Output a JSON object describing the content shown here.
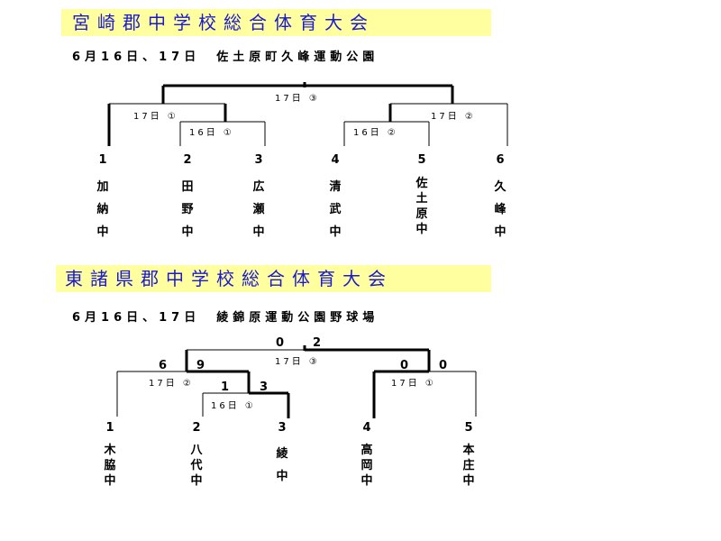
{
  "t1": {
    "title": "宮崎郡中学校総合体育大会",
    "info": "6月16日、17日　佐土原町久峰運動公園",
    "rounds": {
      "final": "17日 ③",
      "semi_left": "17日 ①",
      "semi_right": "17日 ②",
      "qf_left": "16日 ①",
      "qf_right": "16日 ②"
    },
    "teams": [
      {
        "seed": "1",
        "name": [
          "加",
          "納",
          "中"
        ]
      },
      {
        "seed": "2",
        "name": [
          "田",
          "野",
          "中"
        ]
      },
      {
        "seed": "3",
        "name": [
          "広",
          "瀬",
          "中"
        ]
      },
      {
        "seed": "4",
        "name": [
          "清",
          "武",
          "中"
        ]
      },
      {
        "seed": "5",
        "name": [
          "佐",
          "土",
          "原",
          "中"
        ]
      },
      {
        "seed": "6",
        "name": [
          "久",
          "峰",
          "中"
        ]
      }
    ]
  },
  "t2": {
    "title": "東諸県郡中学校総合体育大会",
    "info": "6月16日、17日　綾錦原運動公園野球場",
    "rounds": {
      "final": "17日 ③",
      "semi_left": "17日 ②",
      "semi_right": "17日 ①",
      "qf": "16日 ①"
    },
    "scores": {
      "final_left": "0",
      "final_right": "2",
      "semi_left_a": "6",
      "semi_left_b": "9",
      "semi_right_a": "0",
      "semi_right_b": "0",
      "qf_a": "1",
      "qf_b": "3"
    },
    "teams": [
      {
        "seed": "1",
        "name": [
          "木",
          "脇",
          "中"
        ]
      },
      {
        "seed": "2",
        "name": [
          "八",
          "代",
          "中"
        ]
      },
      {
        "seed": "3",
        "name": [
          "綾",
          "中"
        ]
      },
      {
        "seed": "4",
        "name": [
          "高",
          "岡",
          "中"
        ]
      },
      {
        "seed": "5",
        "name": [
          "本",
          "庄",
          "中"
        ]
      }
    ]
  }
}
